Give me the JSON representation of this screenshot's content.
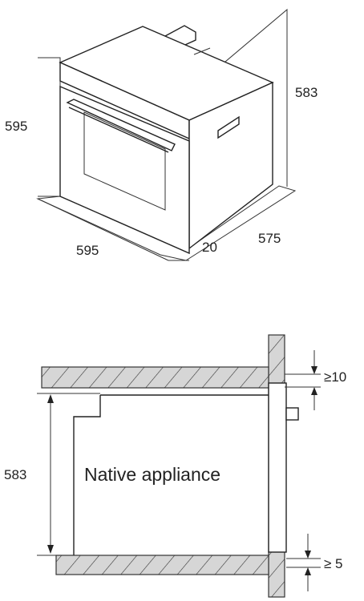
{
  "oven_view": {
    "width_label_side": "595",
    "width_label_bottom": "595",
    "height_label": "583",
    "gap_label": "20",
    "depth_label": "575"
  },
  "cutout_view": {
    "appliance_label": "Native appliance",
    "height_label": "583",
    "top_clearance_label": "≥10",
    "bottom_clearance_label": "≥ 5"
  },
  "colors": {
    "line": "#222222",
    "hatch_fill": "#d6d6d6"
  }
}
